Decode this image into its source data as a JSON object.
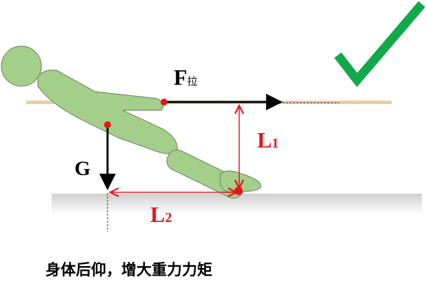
{
  "labels": {
    "force_pull": "F",
    "force_pull_sub": "拉",
    "gravity": "G",
    "arm1": "L",
    "arm1_sub": "1",
    "arm2": "L",
    "arm2_sub": "2"
  },
  "caption": "身体后仰，增大重力力矩",
  "colors": {
    "body": "#a3cf8a",
    "body_stroke": "#7a8a6e",
    "rope": "#e8cfa0",
    "arrow": "#000000",
    "lever": "#e8141c",
    "check": "#12a94a",
    "ground": "#d9d9d9"
  },
  "icons": [
    "checkmark-icon"
  ]
}
